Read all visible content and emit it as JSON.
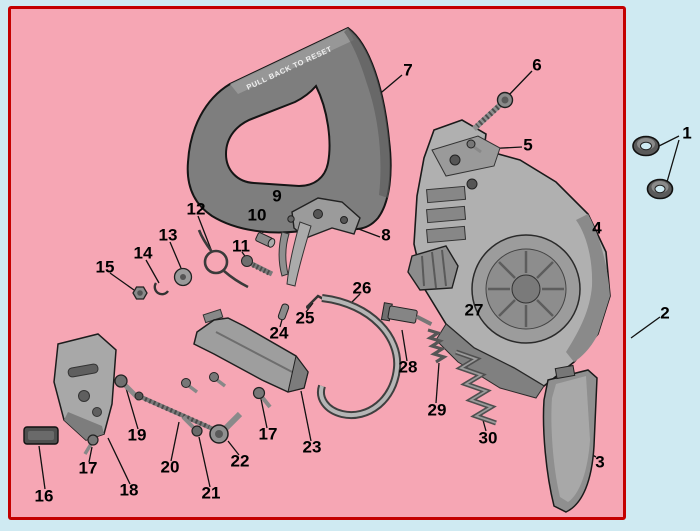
{
  "diagram": {
    "handle_text": "PULL BACK TO RESET",
    "colors": {
      "canvas_bg": "#cfeaf2",
      "panel_bg": "#f6a6b4",
      "panel_border": "#c40000",
      "leader_line": "#111111"
    }
  },
  "labels": [
    "7",
    "6",
    "5",
    "1",
    "4",
    "2",
    "9",
    "12",
    "10",
    "8",
    "13",
    "11",
    "14",
    "15",
    "26",
    "27",
    "25",
    "24",
    "28",
    "29",
    "30",
    "17",
    "19",
    "23",
    "22",
    "17",
    "20",
    "18",
    "16",
    "21",
    "3"
  ]
}
